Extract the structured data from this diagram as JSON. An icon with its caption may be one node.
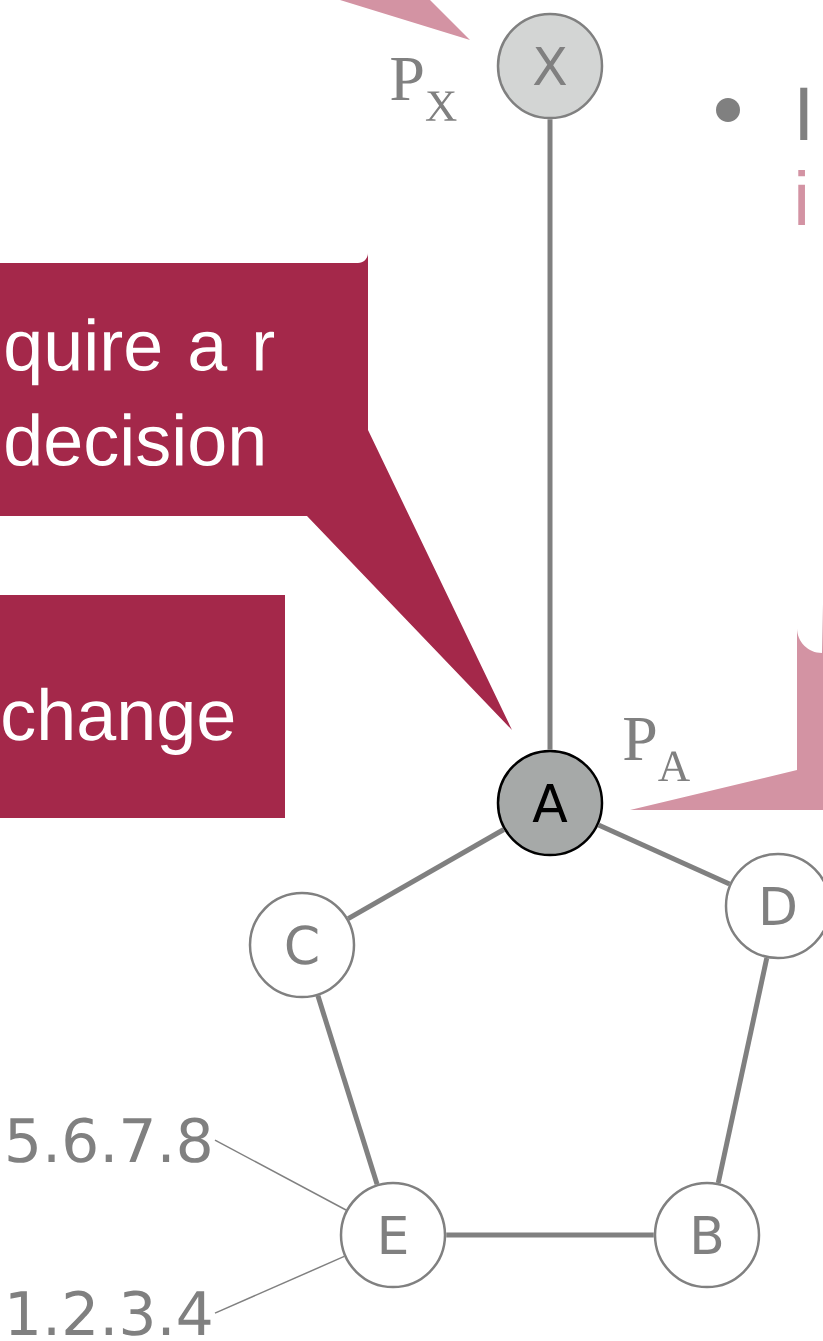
{
  "diagram": {
    "nodes": [
      {
        "text": [
          "quire a r decision"
        ]
      },
      {
        "text": [
          "change"
        ]
      },
      {
        "text": [
          "X"
        ],
        "beside": [
          "P$_{X}$"
        ]
      },
      {
        "text": [
          "A"
        ],
        "beside": [
          "P$_{A}$"
        ]
      },
      {
        "text": [
          "C"
        ]
      },
      {
        "text": [
          "D"
        ]
      },
      {
        "text": [
          "E"
        ]
      },
      {
        "text": [
          "B"
        ]
      },
      {
        "text": [
          "5.6.7.8"
        ]
      },
      {
        "text": [
          "1.2.3.4"
        ]
      },
      {
        "text": [],
        "shape": "callout"
      },
      {
        "text": [],
        "shape": "callout"
      }
    ],
    "edges": [
      {
        "from": 2,
        "to": 3,
        "arrow": "none"
      },
      {
        "from": 3,
        "to": 4,
        "arrow": "none"
      },
      {
        "from": 3,
        "to": 5,
        "arrow": "none"
      },
      {
        "from": 4,
        "to": 6,
        "arrow": "none"
      },
      {
        "from": 5,
        "to": 7,
        "arrow": "none"
      },
      {
        "from": 6,
        "to": 7,
        "arrow": "none"
      },
      {
        "from": 8,
        "to": 6,
        "arrow": "none"
      },
      {
        "from": 9,
        "to": 6,
        "arrow": "none"
      }
    ],
    "labels": [
      "I",
      "i"
    ]
  }
}
